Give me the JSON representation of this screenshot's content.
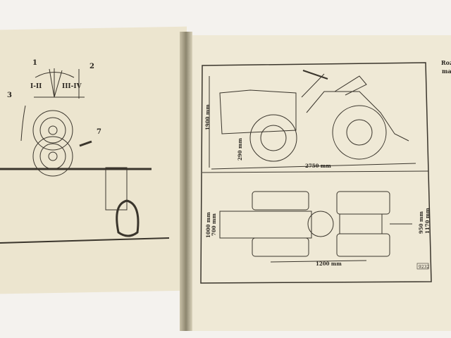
{
  "left_page": {
    "callouts": [
      "1",
      "2",
      "3",
      "7"
    ],
    "gear_labels": [
      "I-II",
      "III-IV"
    ]
  },
  "right_page": {
    "caption_fragments": [
      "Roz",
      "mal"
    ],
    "side_view": {
      "height": "1900 mm",
      "clearance": "290 mm",
      "length": "2750 mm"
    },
    "top_view": {
      "width_outer": "1000 mm",
      "width_inner": "700 mm",
      "wheelbase": "1200 mm",
      "track_rear": "950 mm",
      "width_rear": "1170 mm"
    },
    "figure_code": "9232"
  }
}
